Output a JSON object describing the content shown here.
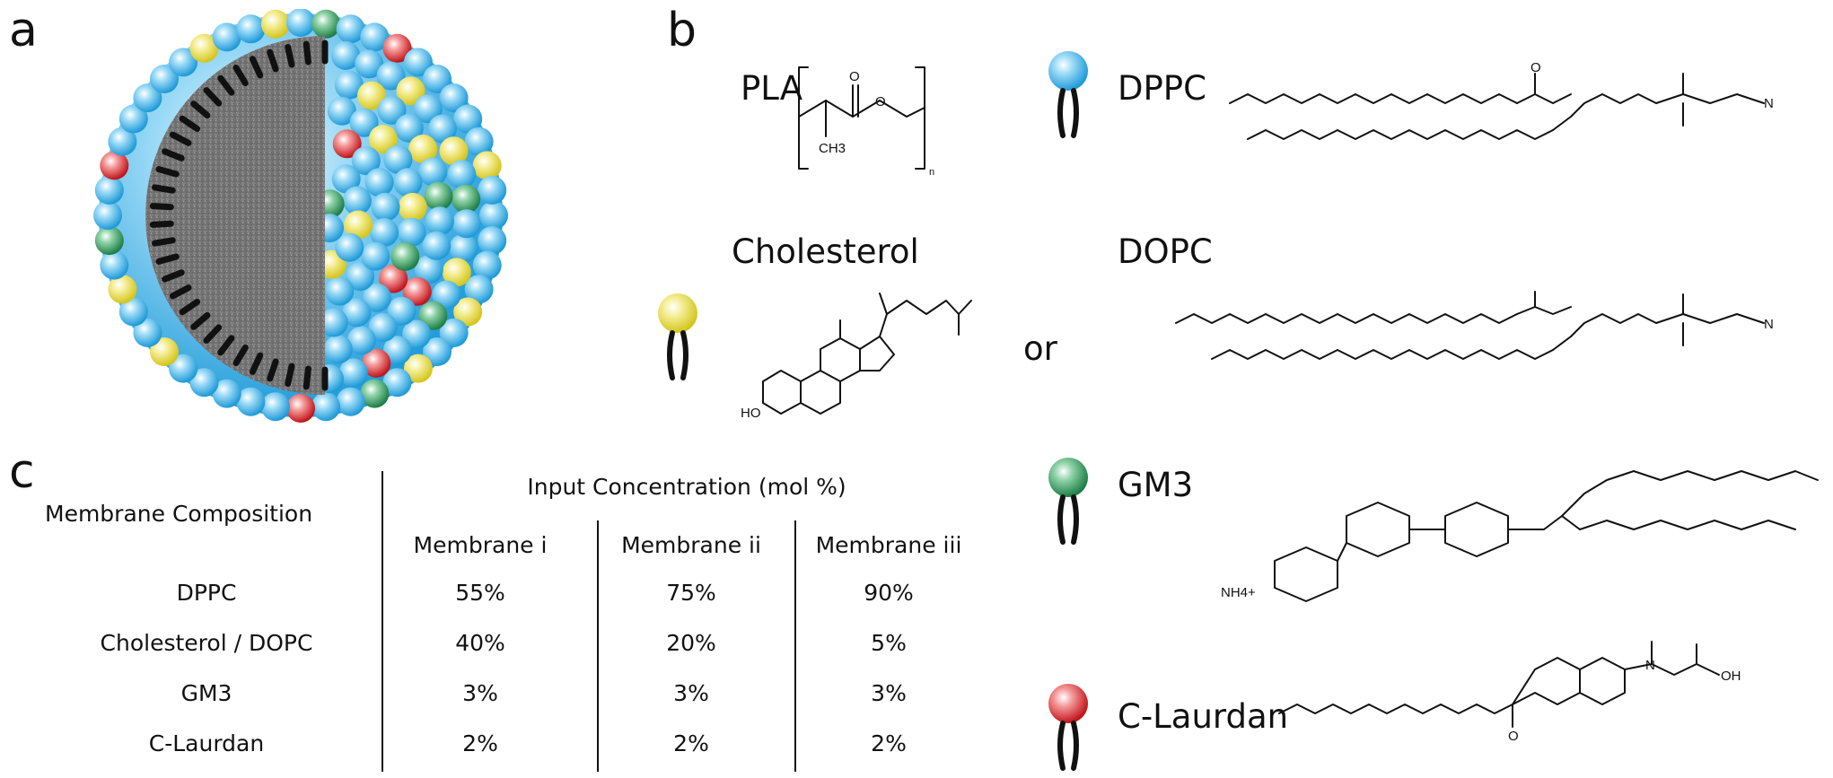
{
  "panels": {
    "a": "a",
    "b": "b",
    "c": "c"
  },
  "structures": {
    "pla": {
      "name": "PLA",
      "o": "O",
      "ch3": "CH3",
      "n": "n"
    },
    "dppc": {
      "name": "DPPC"
    },
    "cholesterol": {
      "name": "Cholesterol",
      "ho": "HO"
    },
    "or": "or",
    "dopc": {
      "name": "DOPC"
    },
    "gm3": {
      "name": "GM3",
      "nh4": "NH4+"
    },
    "claurdan": {
      "name": "C-Laurdan",
      "oh": "OH",
      "n": "N",
      "o": "O"
    }
  },
  "table": {
    "row_header": "Membrane Composition",
    "group_header": "Input Concentration (mol %)",
    "columns": [
      "Membrane i",
      "Membrane ii",
      "Membrane iii"
    ],
    "rows": [
      {
        "label": "DPPC",
        "values": [
          "55%",
          "75%",
          "90%"
        ]
      },
      {
        "label": "Cholesterol / DOPC",
        "values": [
          "40%",
          "20%",
          "5%"
        ]
      },
      {
        "label": "GM3",
        "values": [
          "3%",
          "3%",
          "3%"
        ]
      },
      {
        "label": "C-Laurdan",
        "values": [
          "2%",
          "2%",
          "2%"
        ]
      }
    ]
  },
  "colors": {
    "dppc_head": "#41b4ea",
    "cholesterol_head": "#e8dc3a",
    "gm3_head": "#2e9a5c",
    "claurdan_head": "#e0262b",
    "core": "#7a7a7a"
  }
}
